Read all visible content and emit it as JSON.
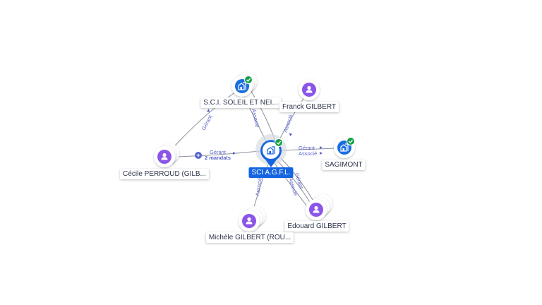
{
  "nodes": {
    "main": {
      "label": "SCI A.G.F.L.",
      "kind": "company"
    },
    "sci_soleil": {
      "label": "S.C.I. SOLEIL ET NEI...",
      "kind": "company"
    },
    "franck": {
      "label": "Franck GILBERT",
      "kind": "person"
    },
    "sagimont": {
      "label": "SAGIMONT",
      "kind": "company"
    },
    "cecile": {
      "label": "Cécile PERROUD (GILB...",
      "kind": "person"
    },
    "edouard": {
      "label": "Edouard GILBERT",
      "kind": "person"
    },
    "michele": {
      "label": "Michèle GILBERT (ROU...",
      "kind": "person"
    }
  },
  "edges": {
    "soleil_cecile": "Gérant",
    "soleil_main": "Associé",
    "franck_main": "Associé",
    "main_sagimont_1": "Gérant",
    "main_sagimont_2": "Associé",
    "cecile_main_1": "Gérant",
    "cecile_main_2": "2 mandats",
    "michele_main": "Associé",
    "edouard_main_1": "Gérant",
    "edouard_main_2": "Associé"
  },
  "colors": {
    "person": "#8b55e8",
    "company": "#1a6fe0",
    "main": "#1565e0",
    "verified": "#15a04a",
    "edge": "#8a8f9c",
    "edge_label": "#5a63c8"
  },
  "icons": {
    "person": "person-icon",
    "company": "building-icon",
    "verified": "check-badge-icon"
  }
}
